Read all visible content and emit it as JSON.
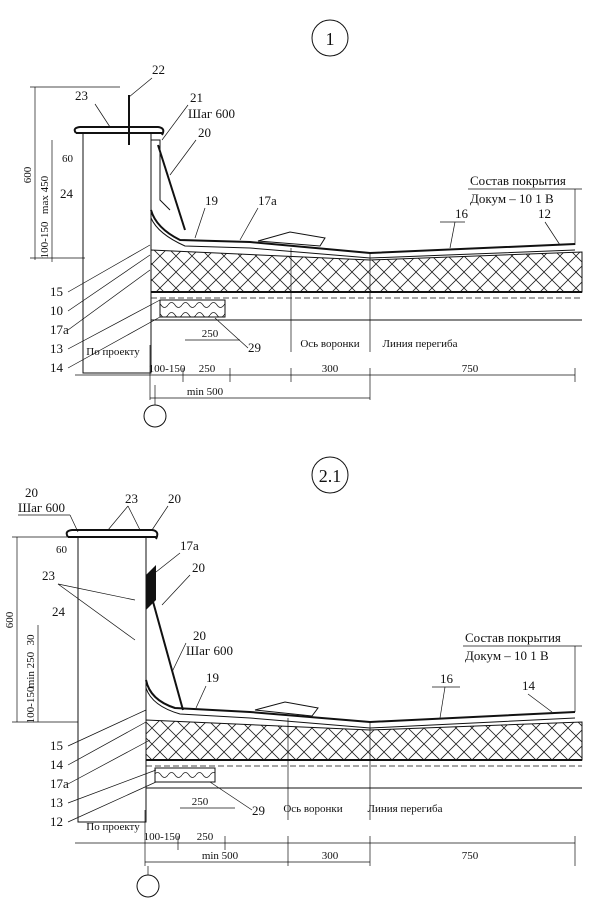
{
  "detail_1": {
    "marker": "1",
    "labels": {
      "l22": "22",
      "l23": "23",
      "l21": "21",
      "step": "Шаг 600",
      "l20": "20",
      "l24": "24",
      "l19": "19",
      "l17a_top": "17а",
      "l16": "16",
      "l12": "12",
      "l15": "15",
      "l10": "10",
      "l17a": "17а",
      "l13": "13",
      "l14": "14",
      "l29": "29"
    },
    "composition_line1": "Состав покрытия",
    "composition_line2": "Докум – 10 1 В",
    "dims": {
      "h600": "600",
      "max450": "max 450",
      "d60": "60",
      "d100_150": "100-150",
      "d250a": "250",
      "d100_150b": "100-150",
      "d250b": "250",
      "min500": "min 500",
      "d300": "300",
      "d750": "750"
    },
    "notes": {
      "by_project": "По проекту",
      "funnel_axis": "Ось воронки",
      "bend_line": "Линия перегиба"
    }
  },
  "detail_2": {
    "marker": "2.1",
    "labels": {
      "l20a": "20",
      "step_a": "Шаг 600",
      "l23a": "23",
      "l20b": "20",
      "l17a_top": "17а",
      "l20c": "20",
      "l23b": "23",
      "l24": "24",
      "l20d": "20",
      "step_b": "Шаг 600",
      "l19": "19",
      "l16": "16",
      "l14_right": "14",
      "l15": "15",
      "l14": "14",
      "l17a": "17а",
      "l13": "13",
      "l12": "12",
      "l29": "29"
    },
    "composition_line1": "Состав покрытия",
    "composition_line2": "Докум – 10 1 В",
    "dims": {
      "h600": "600",
      "min250": "min 250",
      "d30": "30",
      "d60": "60",
      "d100_150": "100-150",
      "d250a": "250",
      "d100_150b": "100-150",
      "d250b": "250",
      "min500": "min 500",
      "d300": "300",
      "d750": "750"
    },
    "notes": {
      "by_project": "По проекту",
      "funnel_axis": "Ось воронки",
      "bend_line": "Линия перегиба"
    }
  }
}
